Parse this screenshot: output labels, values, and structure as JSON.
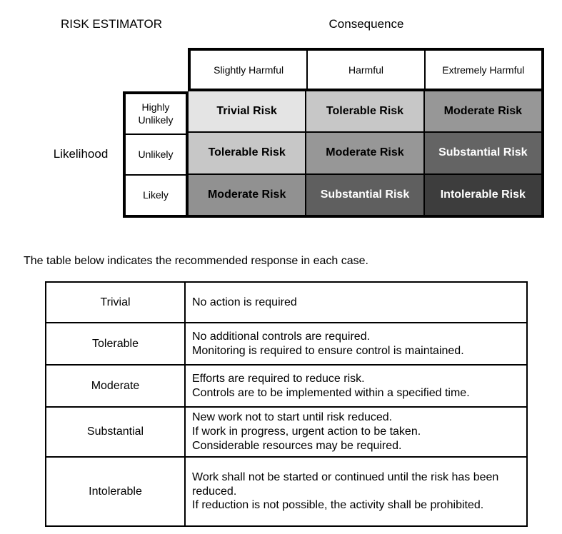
{
  "title": "RISK ESTIMATOR",
  "consequence_label": "Consequence",
  "likelihood_label": "Likelihood",
  "matrix": {
    "consequence_headers": [
      "Slightly Harmful",
      "Harmful",
      "Extremely Harmful"
    ],
    "likelihood_headers": [
      "Highly\nUnlikely",
      "Unlikely",
      "Likely"
    ],
    "cells": [
      [
        {
          "label": "Trivial Risk",
          "bg": "#e4e4e4",
          "fg": "#000000"
        },
        {
          "label": "Tolerable Risk",
          "bg": "#c7c7c7",
          "fg": "#000000"
        },
        {
          "label": "Moderate Risk",
          "bg": "#979797",
          "fg": "#000000"
        }
      ],
      [
        {
          "label": "Tolerable Risk",
          "bg": "#c7c7c7",
          "fg": "#000000"
        },
        {
          "label": "Moderate Risk",
          "bg": "#979797",
          "fg": "#000000"
        },
        {
          "label": "Substantial Risk",
          "bg": "#646464",
          "fg": "#ffffff"
        }
      ],
      [
        {
          "label": "Moderate Risk",
          "bg": "#919191",
          "fg": "#000000"
        },
        {
          "label": "Substantial Risk",
          "bg": "#5f5f5f",
          "fg": "#ffffff"
        },
        {
          "label": "Intolerable Risk",
          "bg": "#3d3d3d",
          "fg": "#ffffff"
        }
      ]
    ]
  },
  "note": "The table below indicates the recommended response in each case.",
  "response_table": {
    "rows": [
      {
        "level": "Trivial",
        "response": "No action is required"
      },
      {
        "level": "Tolerable",
        "response": "No additional controls are required.\nMonitoring is required to ensure control is maintained."
      },
      {
        "level": "Moderate",
        "response": "Efforts are required to reduce risk.\nControls are to be implemented within a specified time."
      },
      {
        "level": "Substantial",
        "response": "New work not to start until risk reduced.\n If work in progress, urgent action to be taken.\nConsiderable resources may be required."
      },
      {
        "level": "Intolerable",
        "response": "Work shall not be started or continued until the risk has been reduced.\nIf reduction is not possible, the activity shall be prohibited."
      }
    ]
  },
  "colors": {
    "border": "#000000",
    "trivial": "#e4e4e4",
    "tolerable": "#c7c7c7",
    "moderate": "#979797",
    "substantial": "#646464",
    "intolerable": "#3d3d3d"
  }
}
